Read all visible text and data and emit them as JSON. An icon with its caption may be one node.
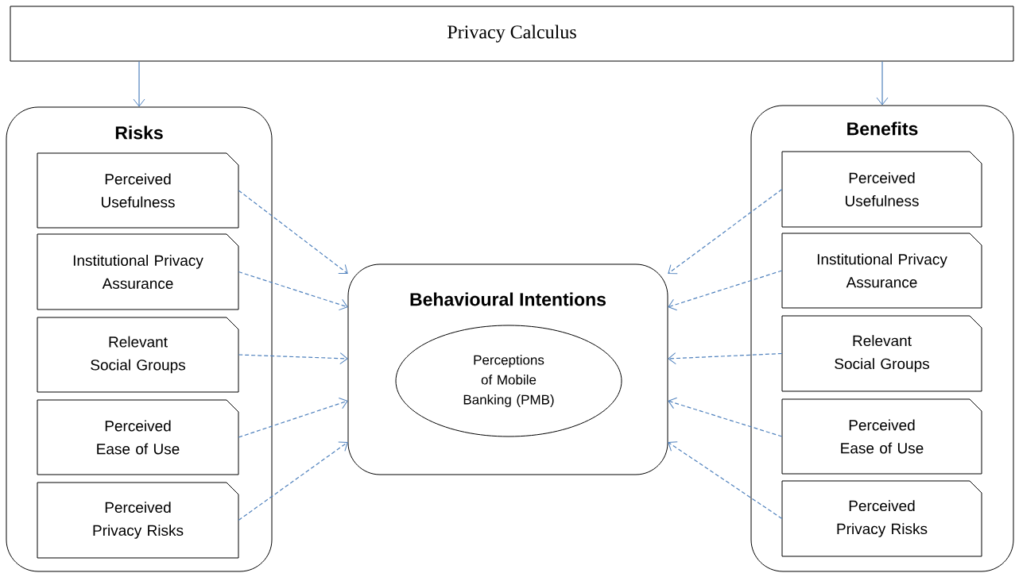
{
  "diagram": {
    "nodes": [
      {
        "text": [
          "Privacy Calculus"
        ]
      },
      {
        "text": [
          "Risks"
        ]
      },
      {
        "text": [
          "Perceived Usefulness"
        ],
        "in": 1
      },
      {
        "text": [
          "Institutional Privacy Assurance"
        ],
        "in": 1
      },
      {
        "text": [
          "Relevant Social Groups"
        ],
        "in": 1
      },
      {
        "text": [
          "Perceived Ease of Use"
        ],
        "in": 1
      },
      {
        "text": [
          "Perceived Privacy Risks"
        ],
        "in": 1
      },
      {
        "text": [
          "Benefits"
        ]
      },
      {
        "text": [
          "Perceived Usefulness"
        ],
        "in": 7
      },
      {
        "text": [
          "Institutional Privacy Assurance"
        ],
        "in": 7
      },
      {
        "text": [
          "Relevant Social Groups"
        ],
        "in": 7
      },
      {
        "text": [
          "Perceived Ease of Use"
        ],
        "in": 7
      },
      {
        "text": [
          "Perceived Privacy Risks"
        ],
        "in": 7
      },
      {
        "text": [
          "Behavioural Intentions"
        ]
      },
      {
        "text": [
          "Perceptions of Mobile Banking (PMB)"
        ],
        "in": 13
      }
    ],
    "edges": [
      {
        "from": 0,
        "to": 1,
        "arrow": "to"
      },
      {
        "from": 0,
        "to": 7,
        "arrow": "to"
      },
      {
        "from": 2,
        "to": 13,
        "arrow": "to",
        "style": "dashed"
      },
      {
        "from": 3,
        "to": 13,
        "arrow": "to",
        "style": "dashed"
      },
      {
        "from": 4,
        "to": 13,
        "arrow": "to",
        "style": "dashed"
      },
      {
        "from": 5,
        "to": 13,
        "arrow": "to",
        "style": "dashed"
      },
      {
        "from": 6,
        "to": 13,
        "arrow": "to",
        "style": "dashed"
      },
      {
        "from": 8,
        "to": 13,
        "arrow": "to",
        "style": "dashed"
      },
      {
        "from": 9,
        "to": 13,
        "arrow": "to",
        "style": "dashed"
      },
      {
        "from": 10,
        "to": 13,
        "arrow": "to",
        "style": "dashed"
      },
      {
        "from": 11,
        "to": 13,
        "arrow": "to",
        "style": "dashed"
      },
      {
        "from": 12,
        "to": 13,
        "arrow": "to",
        "style": "dashed"
      }
    ]
  }
}
